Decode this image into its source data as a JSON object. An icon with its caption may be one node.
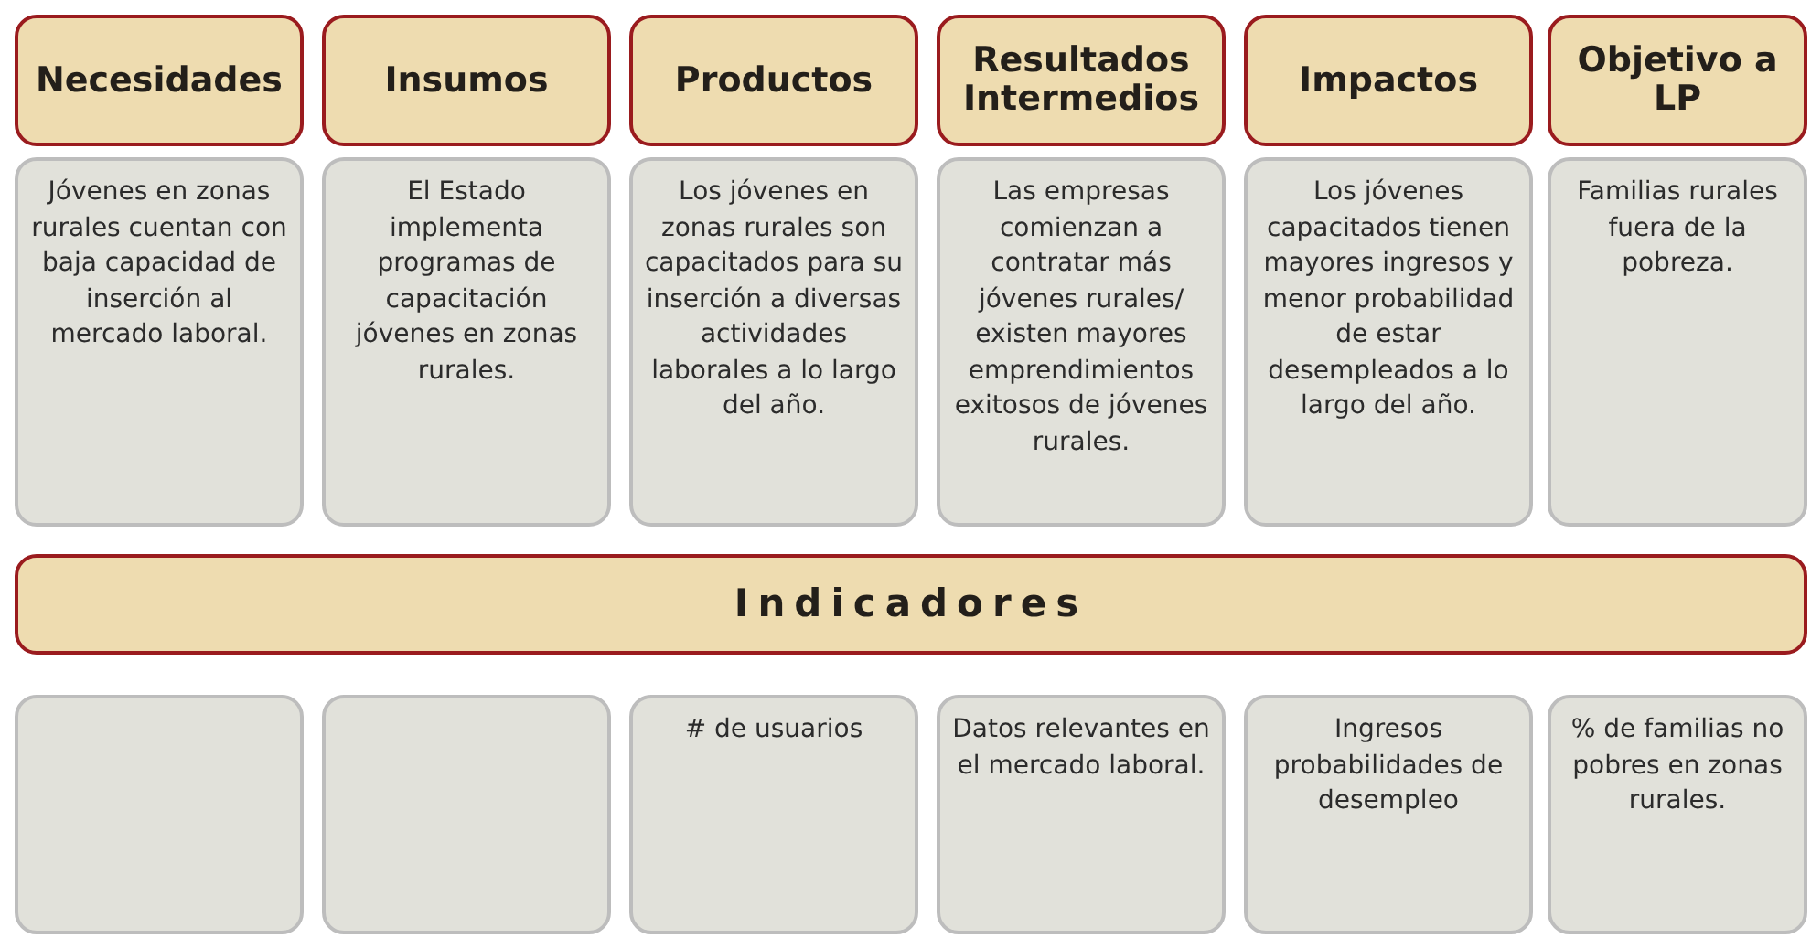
{
  "diagram": {
    "nodes": [
      {
        "text": [
          "Necesidades"
        ]
      },
      {
        "text": [
          "Insumos"
        ]
      },
      {
        "text": [
          "Productos"
        ]
      },
      {
        "text": [
          "Resultados Intermedios"
        ]
      },
      {
        "text": [
          "Impactos"
        ]
      },
      {
        "text": [
          "Objetivo a LP"
        ]
      },
      {
        "text": [
          "Jóvenes en zonas rurales cuentan con baja capacidad de inserción al mercado laboral."
        ]
      },
      {
        "text": [
          "El Estado implementa programas de capacitación jóvenes en zonas rurales."
        ]
      },
      {
        "text": [
          "Los jóvenes en zonas rurales son capacitados para su inserción a diversas actividades laborales a lo largo del año."
        ]
      },
      {
        "text": [
          "Las empresas comienzan a contratar más jóvenes rurales/ existen mayores emprendimientos exitosos de jóvenes rurales."
        ]
      },
      {
        "text": [
          "Los jóvenes capacitados tienen mayores ingresos y menor probabilidad de estar desempleados a lo largo del año."
        ]
      },
      {
        "text": [
          "Familias rurales fuera de la pobreza."
        ]
      },
      {
        "text": [
          "Indicadores"
        ]
      },
      {
        "text": [],
        "shape": "box"
      },
      {
        "text": [],
        "shape": "box"
      },
      {
        "text": [
          "# de usuarios"
        ]
      },
      {
        "text": [
          "Datos relevantes en el mercado laboral."
        ]
      },
      {
        "text": [
          "Ingresos probabilidades de desempleo"
        ]
      },
      {
        "text": [
          "% de familias no pobres en zonas rurales."
        ]
      }
    ]
  }
}
